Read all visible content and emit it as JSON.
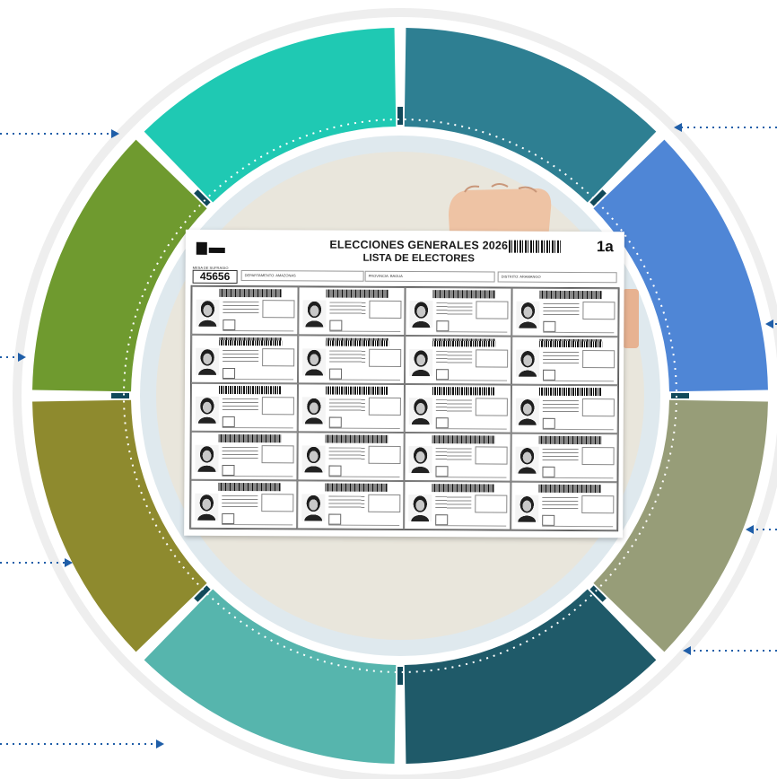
{
  "document": {
    "title_line1": "ELECCIONES GENERALES 2026",
    "title_line2": "LISTA DE ELECTORES",
    "page_number": "1a",
    "mesa_label": "MESA DE SUFRAGIO",
    "mesa_number": "45656",
    "fields": [
      "DEPARTAMENTO: AMAZONAS",
      "PROVINCIA: BAGUA",
      "DISTRITO: ARAMANGO"
    ]
  },
  "colors": {
    "seg_top_left": "#1fc9b3",
    "seg_top_right": "#2e7f92",
    "seg_right_top": "#4f86d6",
    "seg_right_bottom": "#979d78",
    "seg_bottom_right": "#1f5a69",
    "seg_bottom_left": "#56b5ad",
    "seg_left_bottom": "#8e8a2e",
    "seg_left_top": "#6f9a2f",
    "ring_bg": "#eeeeee",
    "inner_bg": "#e9e6dc",
    "arrow": "#1f5ea8"
  }
}
